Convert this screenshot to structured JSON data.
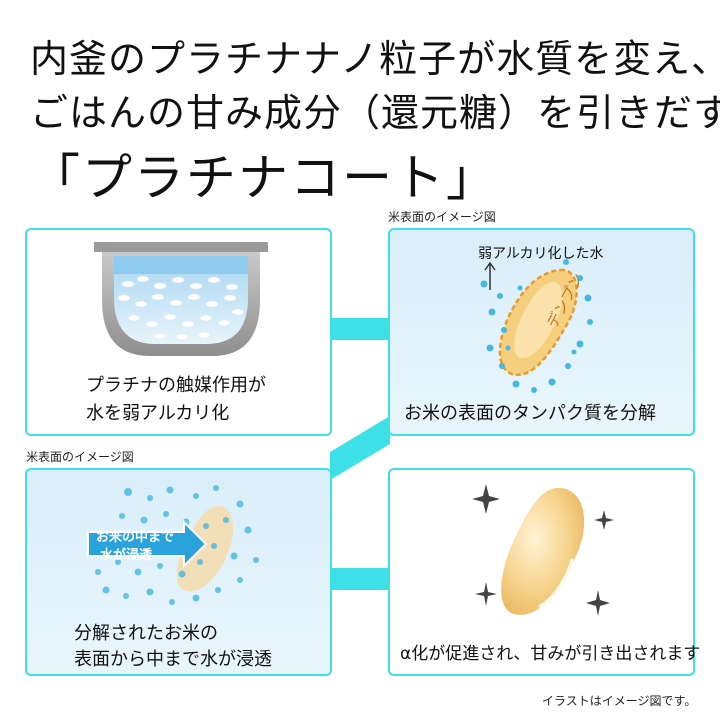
{
  "headline": {
    "line1": "内釜のプラチナナノ粒子が水質を変え、",
    "line2": "ごはんの甘み成分（還元糖）を引きだす",
    "line3": "「プラチナコート」"
  },
  "notes": {
    "top_right": "米表面のイメージ図",
    "mid_left": "米表面のイメージ図",
    "footer": "イラストはイメージ図です。"
  },
  "panels": {
    "p1": {
      "caption_line1": "プラチナの触媒作用が",
      "caption_line2": "水を弱アルカリ化"
    },
    "p2": {
      "label_water": "弱アルカリ化した水",
      "label_starch": "デンプン",
      "caption": "お米の表面のタンパク質を分解"
    },
    "p3": {
      "arrow_line1": "お米の中まで",
      "arrow_line2": "水が浸透",
      "caption_line1": "分解されたお米の",
      "caption_line2": "表面から中まで水が浸透"
    },
    "p4": {
      "caption": "α化が促進され、甘みが引き出されます"
    }
  },
  "colors": {
    "frame": "#3ee0e8",
    "connector": "#3ee0e8",
    "panel_blue": "#d9eefa",
    "rice": "#f6cf7e",
    "bubble": "#45b8df"
  }
}
